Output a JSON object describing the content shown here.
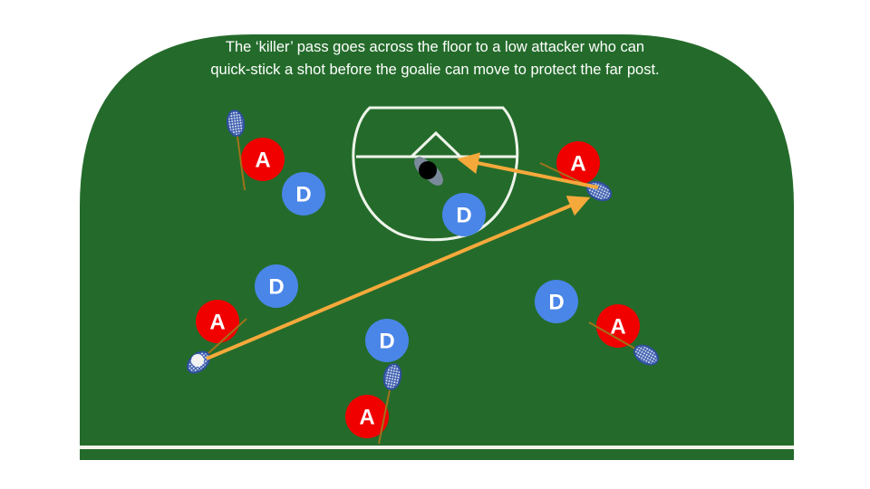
{
  "caption": "The ‘killer’ pass goes across the floor to a low attacker who can quick-stick a shot before the goalie can move to protect the far post.",
  "attacker_label": "A",
  "defender_label": "D",
  "colors": {
    "field": "#246b2b",
    "attacker": "#f10000",
    "defender": "#4a86e8",
    "pass_arrow": "#f6a93b",
    "lines": "#ffffff",
    "stick_shaft": "#a0721a",
    "stick_head": "#2f4f9e"
  }
}
